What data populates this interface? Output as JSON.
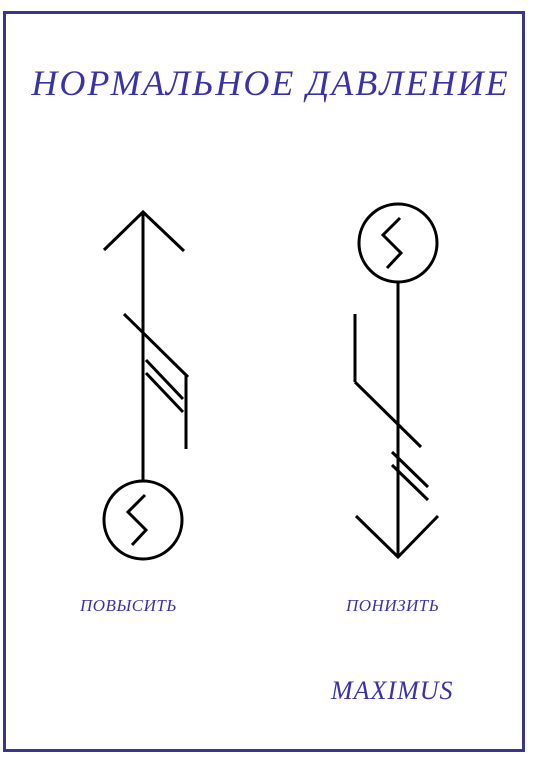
{
  "title": "НОРМАЛЬНОЕ  ДАВЛЕНИЕ",
  "left_symbol": {
    "label": "ПОВЫСИТЬ"
  },
  "right_symbol": {
    "label": "ПОНИЗИТЬ"
  },
  "signature": "MAXIMUS",
  "colors": {
    "text": "#3a32a8",
    "border": "#3a3690",
    "lines": "#000000"
  }
}
